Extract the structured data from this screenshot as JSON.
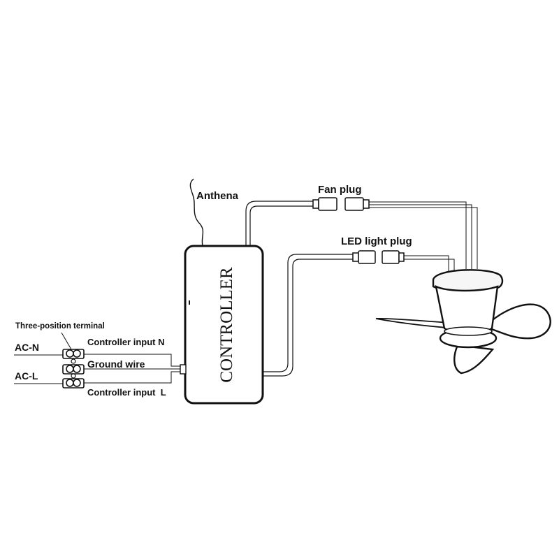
{
  "diagram": {
    "labels": {
      "antenna": "Anthena",
      "fan_plug": "Fan plug",
      "led_plug": "LED light plug",
      "controller": "CONTROLLER",
      "terminal": "Three-position terminal",
      "ac_n": "AC-N",
      "ac_l": "AC-L",
      "input_n": "Controller input N",
      "ground": "Ground wire",
      "input_l": "Controller input  L"
    },
    "colors": {
      "ink": "#111111",
      "background": "#ffffff",
      "fan_shade": "#f0f0f0"
    }
  }
}
